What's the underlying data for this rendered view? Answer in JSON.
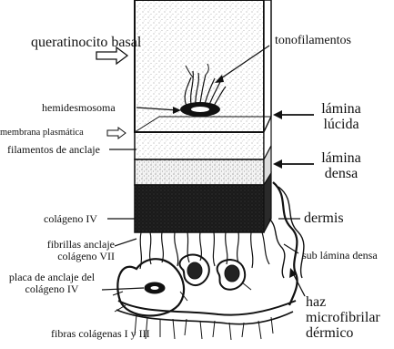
{
  "labels": {
    "keratinocyte": "queratinocito basal",
    "tonofilaments": "tonofilamentos",
    "hemidesmosome": "hemidesmosoma",
    "lamina_lucida": "lámina lúcida",
    "plasma_membrane": "membrana plasmática",
    "anchoring_filaments": "filamentos de anclaje",
    "lamina_densa": "lámina densa",
    "collagen_iv": "colágeno IV",
    "dermis": "dermis",
    "anchoring_fibrils": "fibrillas anclaje colágeno VII",
    "sub_lamina_densa": "sub lámina densa",
    "anchoring_plaque": "placa de anclaje del colágeno IV",
    "microfibrillar_bundle": "haz microfibrilar dérmico",
    "collagen_fibers": "fibras colágenas I y III"
  },
  "colors": {
    "ink": "#111111",
    "paper": "#ffffff",
    "stipple": "#8a8a8a",
    "dark_band": "#1a1a1a"
  }
}
